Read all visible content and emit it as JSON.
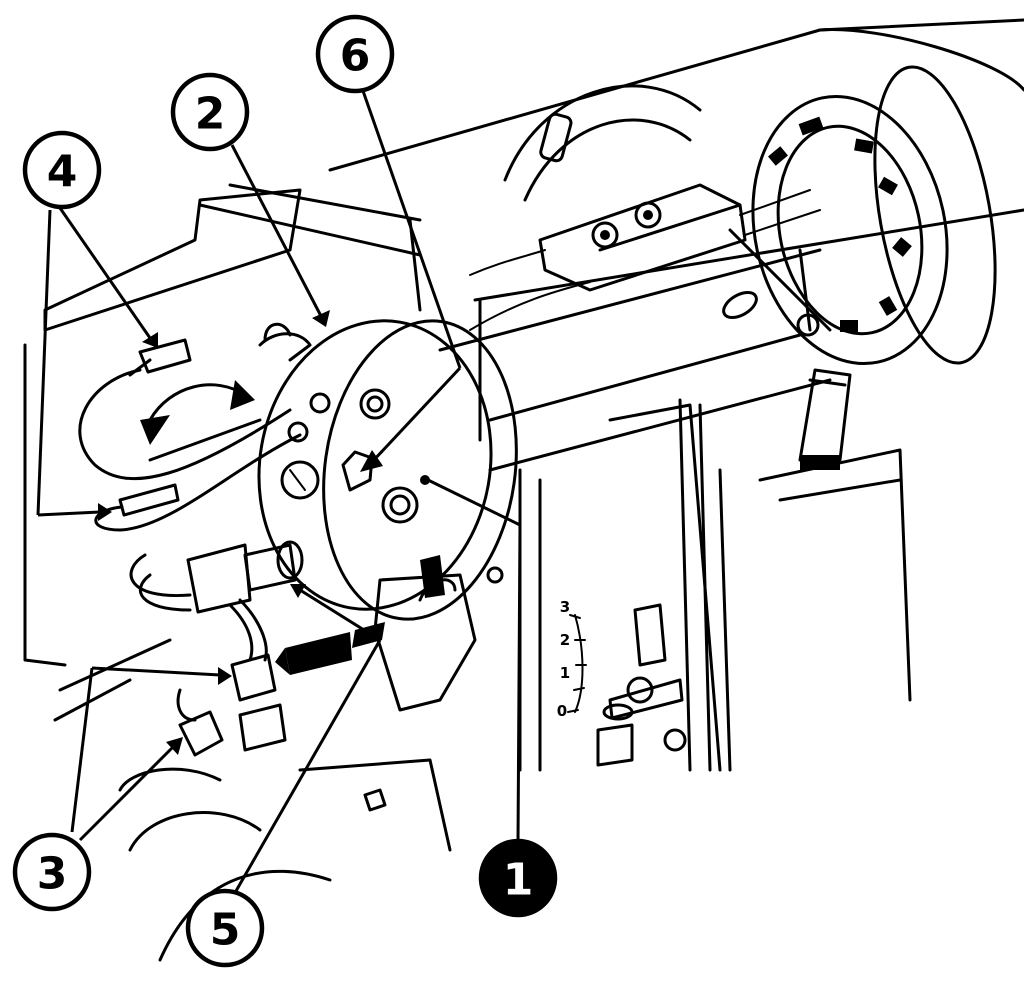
{
  "callouts": [
    {
      "id": "1",
      "label": "1",
      "style": "filled"
    },
    {
      "id": "2",
      "label": "2",
      "style": "outline"
    },
    {
      "id": "3",
      "label": "3",
      "style": "outline"
    },
    {
      "id": "4",
      "label": "4",
      "style": "outline"
    },
    {
      "id": "5",
      "label": "5",
      "style": "outline"
    },
    {
      "id": "6",
      "label": "6",
      "style": "outline"
    }
  ],
  "gauge": {
    "ticks": [
      "0",
      "1",
      "2",
      "3"
    ]
  },
  "colors": {
    "ink": "#000000",
    "paper": "#ffffff"
  }
}
